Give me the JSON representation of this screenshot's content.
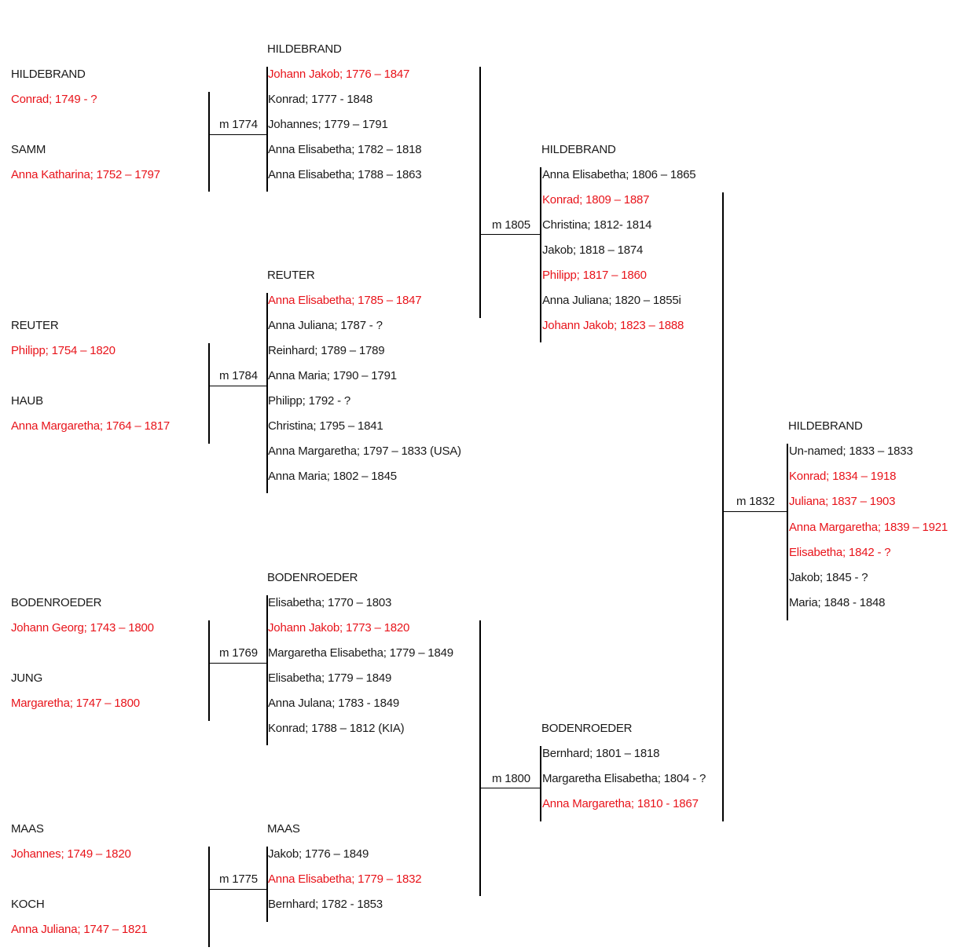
{
  "accent_color": "#e8141b",
  "tree": {
    "gen1": {
      "hildebrand_couple": {
        "husband": {
          "surname": "HILDEBRAND",
          "person": "Conrad; 1749 - ?"
        },
        "wife": {
          "surname": "SAMM",
          "person": "Anna Katharina; 1752 – 1797"
        },
        "marriage": "m 1774"
      },
      "reuter_couple": {
        "husband": {
          "surname": "REUTER",
          "person": "Philipp; 1754 – 1820"
        },
        "wife": {
          "surname": "HAUB",
          "person": "Anna Margaretha; 1764 – 1817"
        },
        "marriage": "m 1784"
      },
      "bodenroeder_couple": {
        "husband": {
          "surname": "BODENROEDER",
          "person": "Johann Georg; 1743 – 1800"
        },
        "wife": {
          "surname": "JUNG",
          "person": "Margaretha; 1747 – 1800"
        },
        "marriage": "m 1769"
      },
      "maas_couple": {
        "husband": {
          "surname": "MAAS",
          "person": "Johannes; 1749 – 1820"
        },
        "wife": {
          "surname": "KOCH",
          "person": "Anna Juliana; 1747 – 1821"
        },
        "marriage": "m 1775"
      }
    },
    "gen2": {
      "hildebrand": {
        "surname": "HILDEBRAND",
        "children": [
          "Johann Jakob; 1776 – 1847",
          "Konrad; 1777 - 1848",
          "Johannes; 1779 – 1791",
          "Anna Elisabetha; 1782 – 1818",
          "Anna Elisabetha; 1788 – 1863"
        ]
      },
      "reuter": {
        "surname": "REUTER",
        "children": [
          "Anna Elisabetha; 1785 – 1847",
          "Anna Juliana; 1787 - ?",
          "Reinhard; 1789 – 1789",
          "Anna Maria; 1790 – 1791",
          "Philipp; 1792 - ?",
          "Christina; 1795 – 1841",
          "Anna Margaretha; 1797 – 1833 (USA)",
          "Anna Maria; 1802 – 1845"
        ]
      },
      "bodenroeder": {
        "surname": "BODENROEDER",
        "children": [
          "Elisabetha; 1770 – 1803",
          "Johann Jakob; 1773 – 1820",
          "Margaretha Elisabetha; 1779 – 1849",
          "Elisabetha; 1779 – 1849",
          "Anna Julana; 1783 - 1849",
          "Konrad; 1788 – 1812 (KIA)"
        ]
      },
      "maas": {
        "surname": "MAAS",
        "children": [
          "Jakob; 1776 – 1849",
          "Anna Elisabetha; 1779 – 1832",
          "Bernhard; 1782 - 1853"
        ]
      },
      "marriage_upper": "m 1805",
      "marriage_lower": "m 1800"
    },
    "gen3": {
      "hildebrand": {
        "surname": "HILDEBRAND",
        "children": [
          "Anna Elisabetha; 1806 – 1865",
          "Konrad; 1809 – 1887",
          "Christina; 1812- 1814",
          "Jakob; 1818 – 1874",
          "Philipp; 1817 – 1860",
          "Anna Juliana; 1820 – 1855i",
          "Johann Jakob; 1823 – 1888"
        ]
      },
      "bodenroeder": {
        "surname": "BODENROEDER",
        "children": [
          "Bernhard; 1801 – 1818",
          "Margaretha Elisabetha; 1804 - ?",
          "Anna Margaretha; 1810 - 1867"
        ]
      },
      "marriage": "m 1832"
    },
    "gen4": {
      "hildebrand": {
        "surname": "HILDEBRAND",
        "children": [
          "Un-named; 1833 – 1833",
          "Konrad; 1834 – 1918",
          "Juliana; 1837 – 1903",
          "Anna Margaretha; 1839 – 1921",
          "Elisabetha; 1842 - ?",
          "Jakob; 1845 - ?",
          "Maria; 1848 - 1848"
        ]
      }
    }
  }
}
